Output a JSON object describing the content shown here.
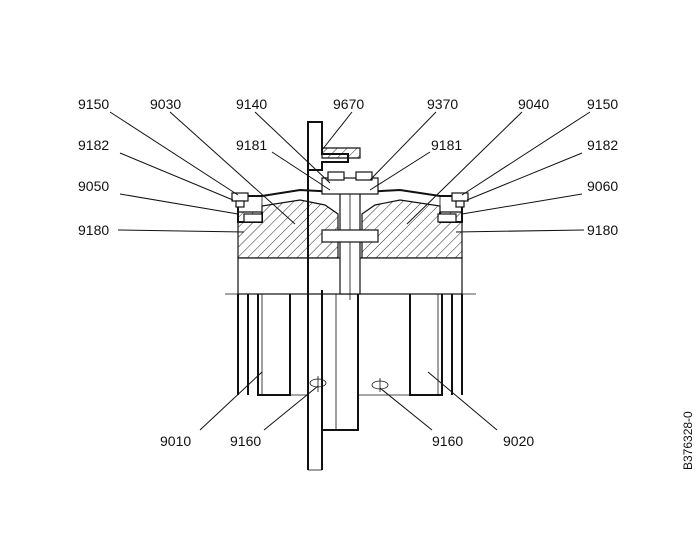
{
  "labels": {
    "top_row": [
      "9150",
      "9030",
      "9140",
      "9670",
      "9370",
      "9040",
      "9150"
    ],
    "left_col": [
      "9182",
      "9050",
      "9180"
    ],
    "right_col": [
      "9182",
      "9060",
      "9180"
    ],
    "mid_left": "9181",
    "mid_right": "9181",
    "bottom": [
      "9010",
      "9160",
      "9160",
      "9020"
    ]
  },
  "drawing_number": "B376328-0",
  "colors": {
    "ink": "#111111",
    "background": "#ffffff"
  }
}
